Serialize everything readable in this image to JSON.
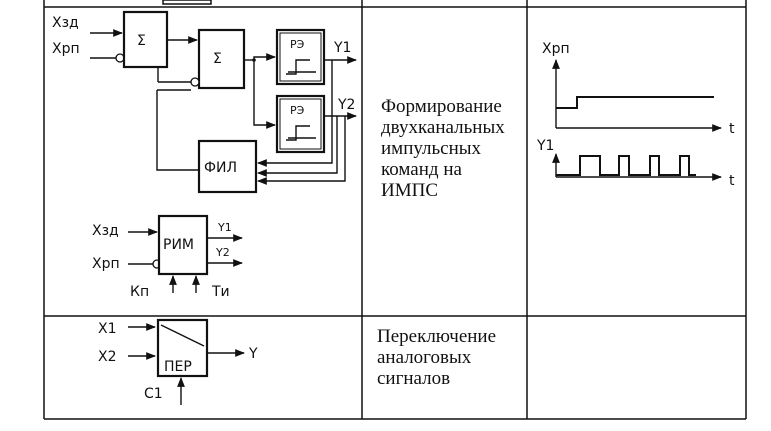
{
  "rows": [
    {
      "diagram": {
        "inputs": [
          "Xзд",
          "Xрп"
        ],
        "sum1": "Σ",
        "sum2": "Σ",
        "relay_top": "РЭ",
        "relay_bottom": "РЭ",
        "filter": "ФИЛ",
        "outputs": [
          "Y1",
          "Y2"
        ]
      },
      "rim": {
        "block": "РИМ",
        "inputs": [
          "Xзд",
          "Xрп"
        ],
        "outputs": [
          "Y1",
          "Y2"
        ],
        "params": [
          "Кп",
          "Ти"
        ]
      },
      "description": [
        "Формирование",
        "двухканальных",
        "импульсных",
        "команд на",
        "ИМПС"
      ],
      "plot": {
        "top_label": "Xрп",
        "bottom_label": "Y1",
        "axis_label": "t"
      }
    },
    {
      "diagram": {
        "inputs": [
          "X1",
          "X2"
        ],
        "block": "ПЕР",
        "output": "Y",
        "control": "C1"
      },
      "description": [
        "Переключение",
        "аналоговых",
        "сигналов"
      ]
    }
  ]
}
